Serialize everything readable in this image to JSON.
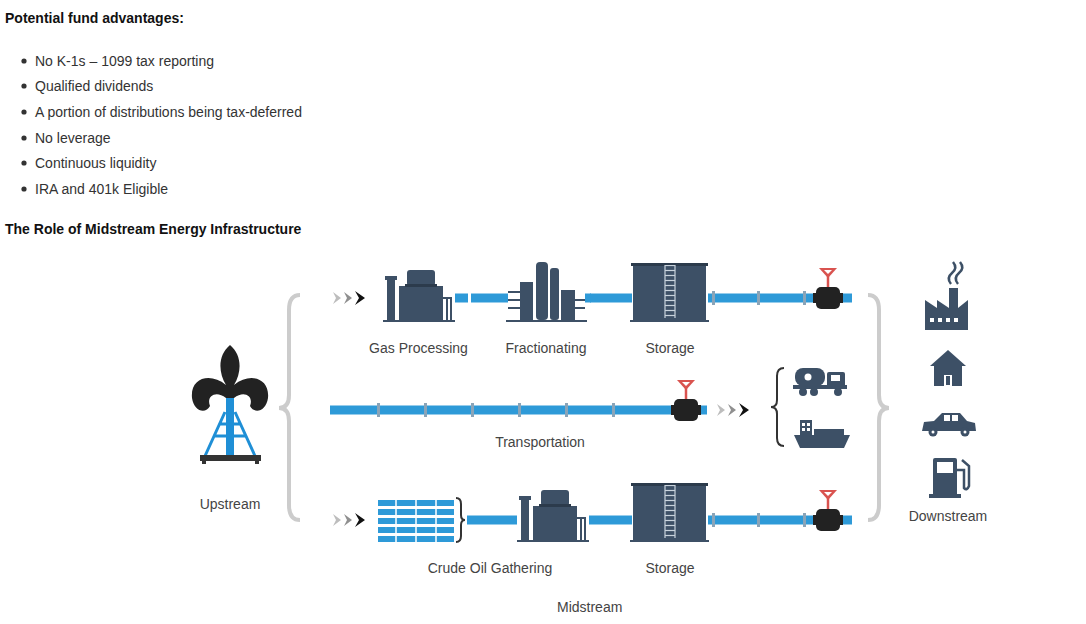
{
  "diagram": {
    "title": "The Role of Midstream Energy Infrastructure",
    "nodes": [
      {
        "text": [
          "Upstream"
        ]
      },
      {
        "text": [
          "Gas Processing"
        ]
      },
      {
        "text": [
          "Fractionating"
        ]
      },
      {
        "text": [
          "Storage"
        ]
      },
      {
        "text": [
          "Transportation"
        ]
      },
      {
        "text": [
          "Crude Oil Gathering"
        ]
      },
      {
        "text": [
          "Storage"
        ]
      },
      {
        "text": [
          "Downstream"
        ]
      }
    ],
    "edges": [
      {
        "from": 1,
        "to": 2,
        "arrow": "none"
      },
      {
        "from": 2,
        "to": 3,
        "arrow": "none"
      },
      {
        "from": 5,
        "to": 6,
        "arrow": "none"
      }
    ],
    "labels": [
      "Potential fund advantages:",
      "No K-1s – 1099 tax reporting",
      "Qualified dividends",
      "A portion of distributions being tax-deferred",
      "No leverage",
      "Continuous liquidity",
      "IRA and 401k Eligible",
      "Midstream"
    ]
  }
}
